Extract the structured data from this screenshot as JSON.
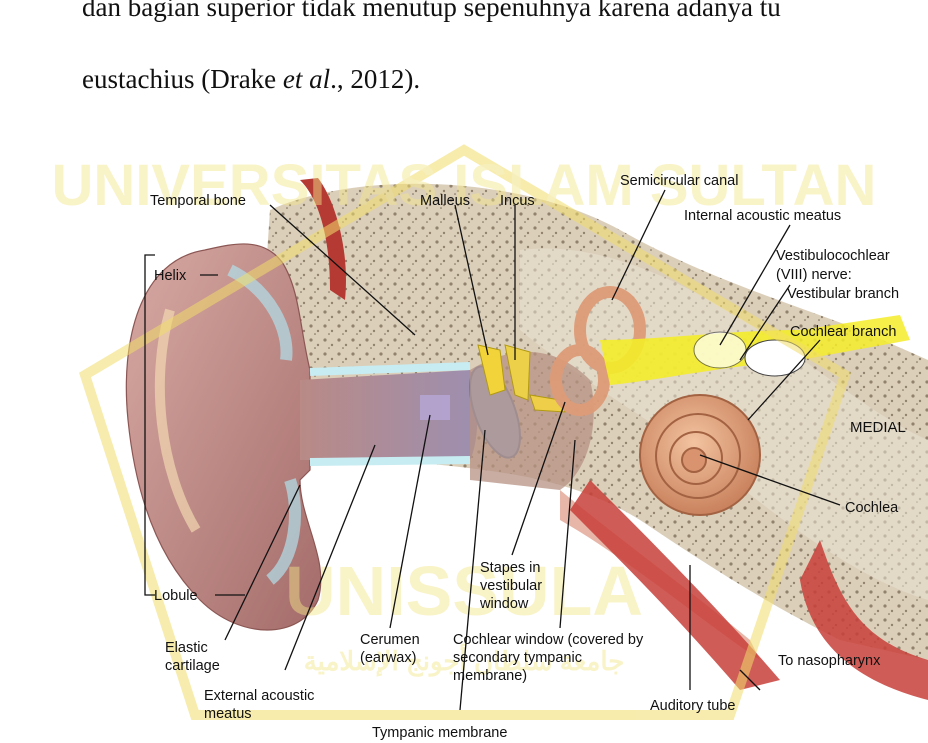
{
  "text": {
    "line1": "dan bagian superior tidak menutup sepenuhnya karena adanya tu",
    "line2_pre": "eustachius (Drake ",
    "line2_em": "et al",
    "line2_post": "., 2012)."
  },
  "watermark": {
    "top": "UNIVERSITAS ISLAM SULTAN",
    "bottom": "UNISSULA",
    "arabic": "جامعة سلطان أجونج الإسلامية",
    "color": "#f1dd6a"
  },
  "figure": {
    "labels": {
      "temporal_bone": "Temporal bone",
      "malleus": "Malleus",
      "incus": "Incus",
      "semicircular_canal": "Semicircular canal",
      "internal_acoustic_meatus": "Internal acoustic meatus",
      "vestibulocochlear_1": "Vestibulocochlear",
      "vestibulocochlear_2": "(VIII) nerve:",
      "vestibular_branch": "Vestibular branch",
      "cochlear_branch": "Cochlear branch",
      "medial": "MEDIAL",
      "cochlea": "Cochlea",
      "helix": "Helix",
      "lobule": "Lobule",
      "elastic_1": "Elastic",
      "elastic_2": "cartilage",
      "external_1": "External acoustic",
      "external_2": "meatus",
      "cerumen_1": "Cerumen",
      "cerumen_2": "(earwax)",
      "stapes_1": "Stapes in",
      "stapes_2": "vestibular",
      "stapes_3": "window",
      "cochlear_window_1": "Cochlear window (covered by",
      "cochlear_window_2": "secondary tympanic",
      "cochlear_window_3": "membrane)",
      "to_nasopharynx": "To nasopharynx",
      "auditory_tube": "Auditory tube",
      "tympanic_membrane": "Tympanic membrane"
    }
  }
}
